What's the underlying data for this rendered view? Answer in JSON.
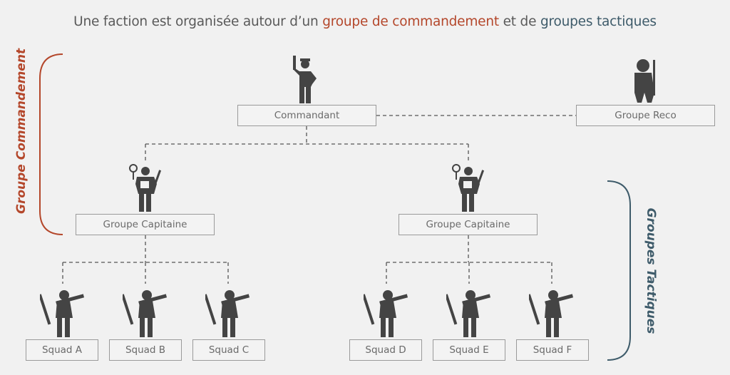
{
  "title": {
    "prefix": "Une faction est organisée autour d’un ",
    "command": "groupe de commandement",
    "middle": " et de ",
    "tactical": "groupes tactiques"
  },
  "colors": {
    "command": "#b4472b",
    "tactical": "#3e5b6a",
    "figure": "#444444"
  },
  "nodes": {
    "commandant": "Commandant",
    "reco": "Groupe Reco",
    "captain_left": "Groupe Capitaine",
    "captain_right": "Groupe Capitaine",
    "squads": [
      "Squad A",
      "Squad B",
      "Squad C",
      "Squad D",
      "Squad E",
      "Squad F"
    ]
  },
  "side_labels": {
    "command": "Groupe Commandement",
    "tactical": "Groupes Tactiques"
  }
}
